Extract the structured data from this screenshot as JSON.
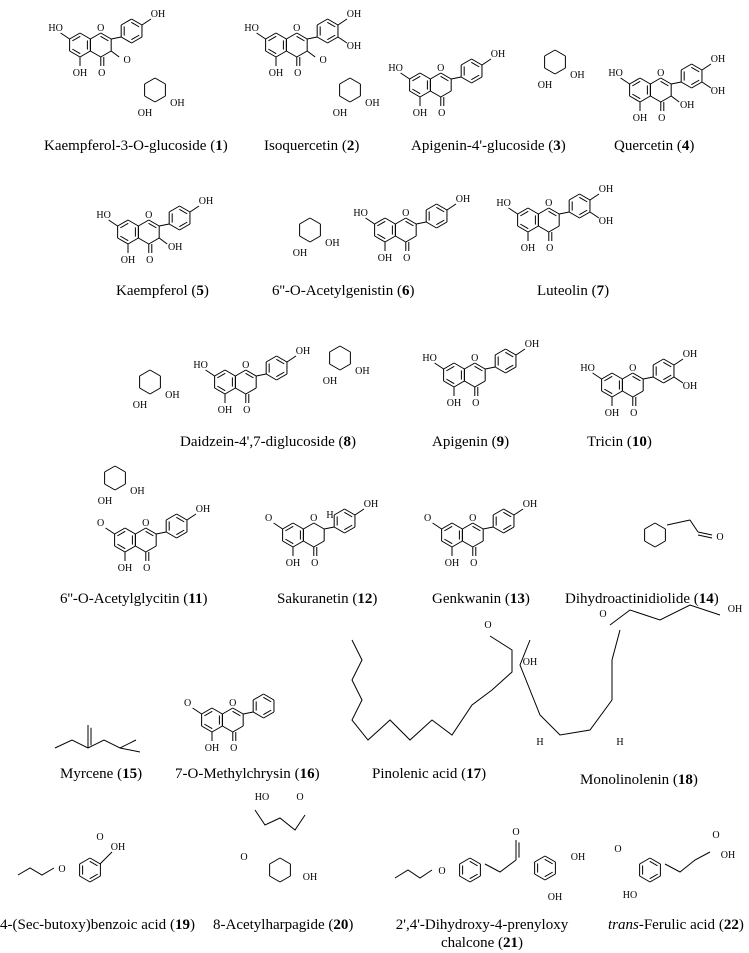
{
  "compounds": [
    {
      "name": "Kaempferol-3-O-glucoside",
      "num": "1"
    },
    {
      "name": "Isoquercetin",
      "num": "2"
    },
    {
      "name": "Apigenin-4'-glucoside",
      "num": "3"
    },
    {
      "name": "Quercetin",
      "num": "4"
    },
    {
      "name": "Kaempferol",
      "num": "5"
    },
    {
      "name": "6''-O-Acetylgenistin",
      "num": "6"
    },
    {
      "name": "Luteolin",
      "num": "7"
    },
    {
      "name": "Daidzein-4',7-diglucoside",
      "num": "8"
    },
    {
      "name": "Apigenin",
      "num": "9"
    },
    {
      "name": "Tricin",
      "num": "10"
    },
    {
      "name": "6''-O-Acetylglycitin",
      "num": "11"
    },
    {
      "name": "Sakuranetin",
      "num": "12"
    },
    {
      "name": "Genkwanin",
      "num": "13"
    },
    {
      "name": "Dihydroactinidiolide",
      "num": "14"
    },
    {
      "name": "Myrcene",
      "num": "15"
    },
    {
      "name": "7-O-Methylchrysin",
      "num": "16"
    },
    {
      "name": "Pinolenic acid",
      "num": "17"
    },
    {
      "name": "Monolinolenin",
      "num": "18"
    },
    {
      "name": "4-(Sec-butoxy)benzoic acid",
      "num": "19"
    },
    {
      "name": "8-Acetylharpagide",
      "num": "20"
    },
    {
      "name": "2',4'-Dihydroxy-4-prenyloxy",
      "name2": "chalcone",
      "num": "21"
    },
    {
      "prefix": "trans",
      "name": "-Ferulic acid",
      "num": "22"
    }
  ],
  "atoms": {
    "hydroxyl": "OH",
    "ho": "HO",
    "oxygen": "O",
    "hydrogen": "H"
  }
}
